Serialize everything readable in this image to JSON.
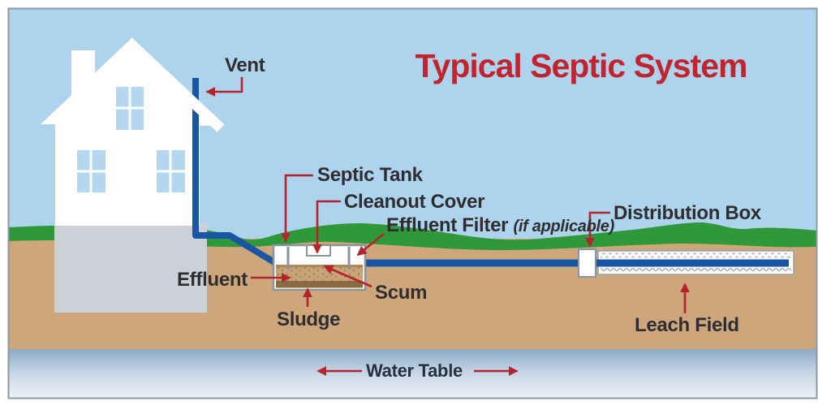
{
  "title": {
    "text": "Typical Septic System"
  },
  "labels": {
    "vent": "Vent",
    "septic_tank": "Septic Tank",
    "cleanout_cover": "Cleanout Cover",
    "effluent_filter": "Effluent Filter",
    "effluent_filter_note": "(if applicable)",
    "distribution_box": "Distribution Box",
    "effluent": "Effluent",
    "scum": "Scum",
    "sludge": "Sludge",
    "leach_field": "Leach Field",
    "water_table": "Water Table"
  },
  "colors": {
    "title_red": "#c2242f",
    "pointer_red": "#b3242c",
    "label_text": "#2e2e31",
    "water_table_text": "#27303e",
    "sky_blue": "#aed3ec",
    "grass_green": "#2f9838",
    "ground_tan": "#cea67c",
    "water_band_top": "#8ea9c6",
    "water_band_bottom": "#edf2f7",
    "pipe_blue": "#1a55a3",
    "house_white": "#ffffff",
    "foundation_gray": "#cbd1d7",
    "window_blue": "#b3d7ee",
    "tank_border_gray": "#8d9499",
    "effluent_liquid": "#c8a377",
    "scum_brown": "#ad8a5e",
    "sludge_brown": "#8a6a43",
    "frame_border": "#8e989f"
  }
}
